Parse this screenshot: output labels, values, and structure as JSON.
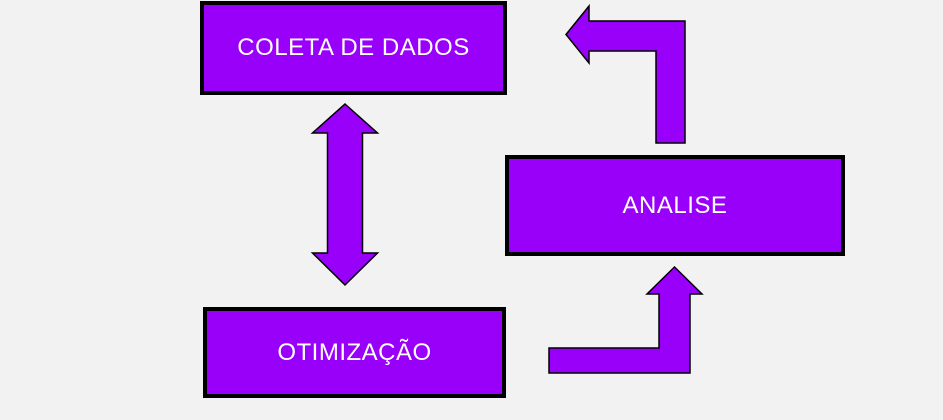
{
  "diagram": {
    "nodes": [
      {
        "id": "coleta-de-dados",
        "label": "COLETA DE DADOS"
      },
      {
        "id": "analise",
        "label": "ANALISE"
      },
      {
        "id": "otimizacao",
        "label": "OTIMIZAÇÃO"
      }
    ],
    "arrows": [
      {
        "id": "double-arrow",
        "type": "double-headed-vertical",
        "between": [
          "COLETA DE DADOS",
          "OTIMIZAÇÃO"
        ]
      },
      {
        "id": "bent-arrow-left",
        "type": "bent-left-pointing",
        "from": "ANALISE",
        "toward": "COLETA DE DADOS"
      },
      {
        "id": "bent-arrow-up",
        "type": "bent-up-pointing",
        "from": "OTIMIZAÇÃO",
        "toward": "ANALISE"
      }
    ]
  },
  "colors": {
    "background": "#f2f2f2",
    "shape_fill": "#9900fa",
    "shape_border": "#000000",
    "text": "#ffffff"
  }
}
